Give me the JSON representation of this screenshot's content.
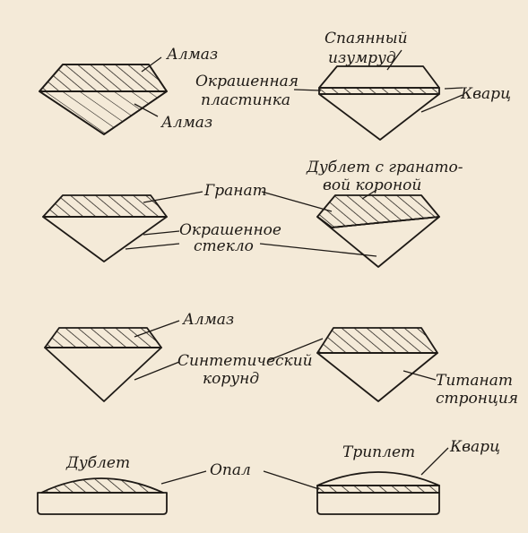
{
  "labels": {
    "almaz_top": "Алмаз",
    "almaz_bottom": "Алмаз",
    "spayanny_line1": "Спаянный",
    "spayanny_line2": "изумруд",
    "okrash_plast_line1": "Окрашенная",
    "okrash_plast_line2": "пластинка",
    "kvarts_1": "Кварц",
    "granat": "Гранат",
    "dublet_granat_line1": "Дублет с гранато-",
    "dublet_granat_line2": "вой короной",
    "okrash_steklo_line1": "Окрашенное",
    "okrash_steklo_line2": "стекло",
    "almaz_row3": "Алмаз",
    "sint_korund_line1": "Синтетический",
    "sint_korund_line2": "корунд",
    "titanat_line1": "Титанат",
    "titanat_line2": "стронция",
    "dublet": "Дублет",
    "opal": "Опал",
    "triplet": "Триплет",
    "kvarts_2": "Кварц"
  }
}
